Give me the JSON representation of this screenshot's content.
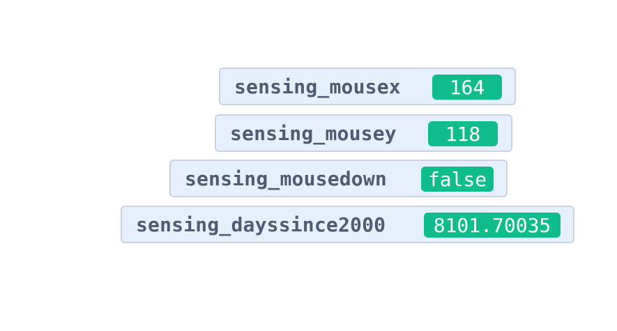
{
  "monitors": [
    {
      "label": "sensing_mousex",
      "value": "164"
    },
    {
      "label": "sensing_mousey",
      "value": "118"
    },
    {
      "label": "sensing_mousedown",
      "value": "false"
    },
    {
      "label": "sensing_dayssince2000",
      "value": "8101.70035"
    }
  ],
  "colors": {
    "monitor_background": "#e6f0fc",
    "monitor_border": "#c8d2e0",
    "label_text": "#4f5a73",
    "value_background": "#0fbd8c",
    "value_text": "#ffffff"
  }
}
